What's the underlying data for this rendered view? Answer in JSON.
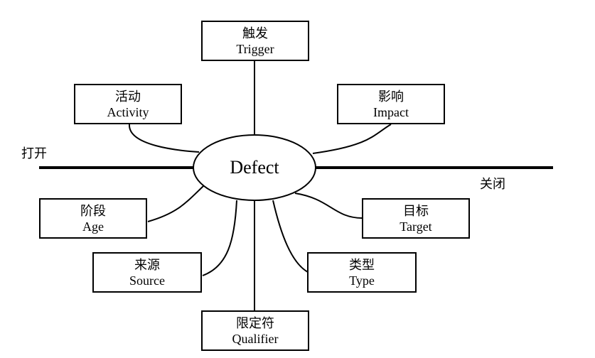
{
  "center": {
    "label": "Defect"
  },
  "axis": {
    "left_label": "打开",
    "right_label": "关闭"
  },
  "nodes": {
    "trigger": {
      "zh": "触发",
      "en": "Trigger"
    },
    "activity": {
      "zh": "活动",
      "en": "Activity"
    },
    "impact": {
      "zh": "影响",
      "en": "Impact"
    },
    "age": {
      "zh": "阶段",
      "en": "Age"
    },
    "target": {
      "zh": "目标",
      "en": "Target"
    },
    "source": {
      "zh": "来源",
      "en": "Source"
    },
    "type": {
      "zh": "类型",
      "en": "Type"
    },
    "qualifier": {
      "zh": "限定符",
      "en": "Qualifier"
    }
  }
}
